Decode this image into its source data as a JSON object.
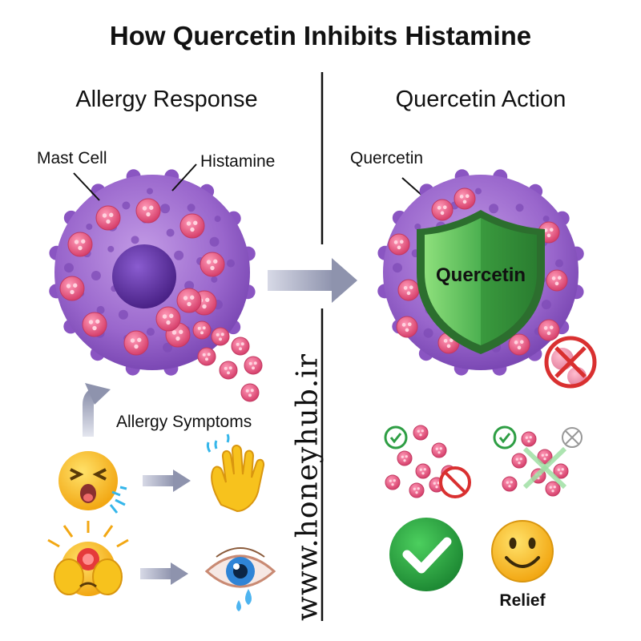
{
  "title": "How Quercetin Inhibits Histamine",
  "panels": {
    "left": {
      "heading": "Allergy Response"
    },
    "right": {
      "heading": "Quercetin Action"
    }
  },
  "labels": {
    "mast_cell": "Mast Cell",
    "histamine": "Histamine",
    "quercetin": "Quercetin",
    "shield_text": "Quercetin",
    "allergy_symptoms": "Allergy Symptoms",
    "relief": "Relief"
  },
  "watermark": "www.honeyhub.ir",
  "icons": {
    "sneeze": "sneezing-face-icon",
    "itch": "itching-hand-icon",
    "headache": "headache-icon",
    "watery_eye": "watery-eye-icon",
    "shield": "shield-icon",
    "blocked": "no-entry-icon",
    "check": "check-circle-icon",
    "smile": "smiling-face-icon"
  },
  "colors": {
    "cell": "#9966cc",
    "nucleus": "#5a2f9e",
    "granule": "#e8557f",
    "shield": "#4cb050",
    "block": "#d93030",
    "check": "#2e9e44",
    "emoji": "#f7c21d",
    "arrow": "#8e93ad"
  }
}
